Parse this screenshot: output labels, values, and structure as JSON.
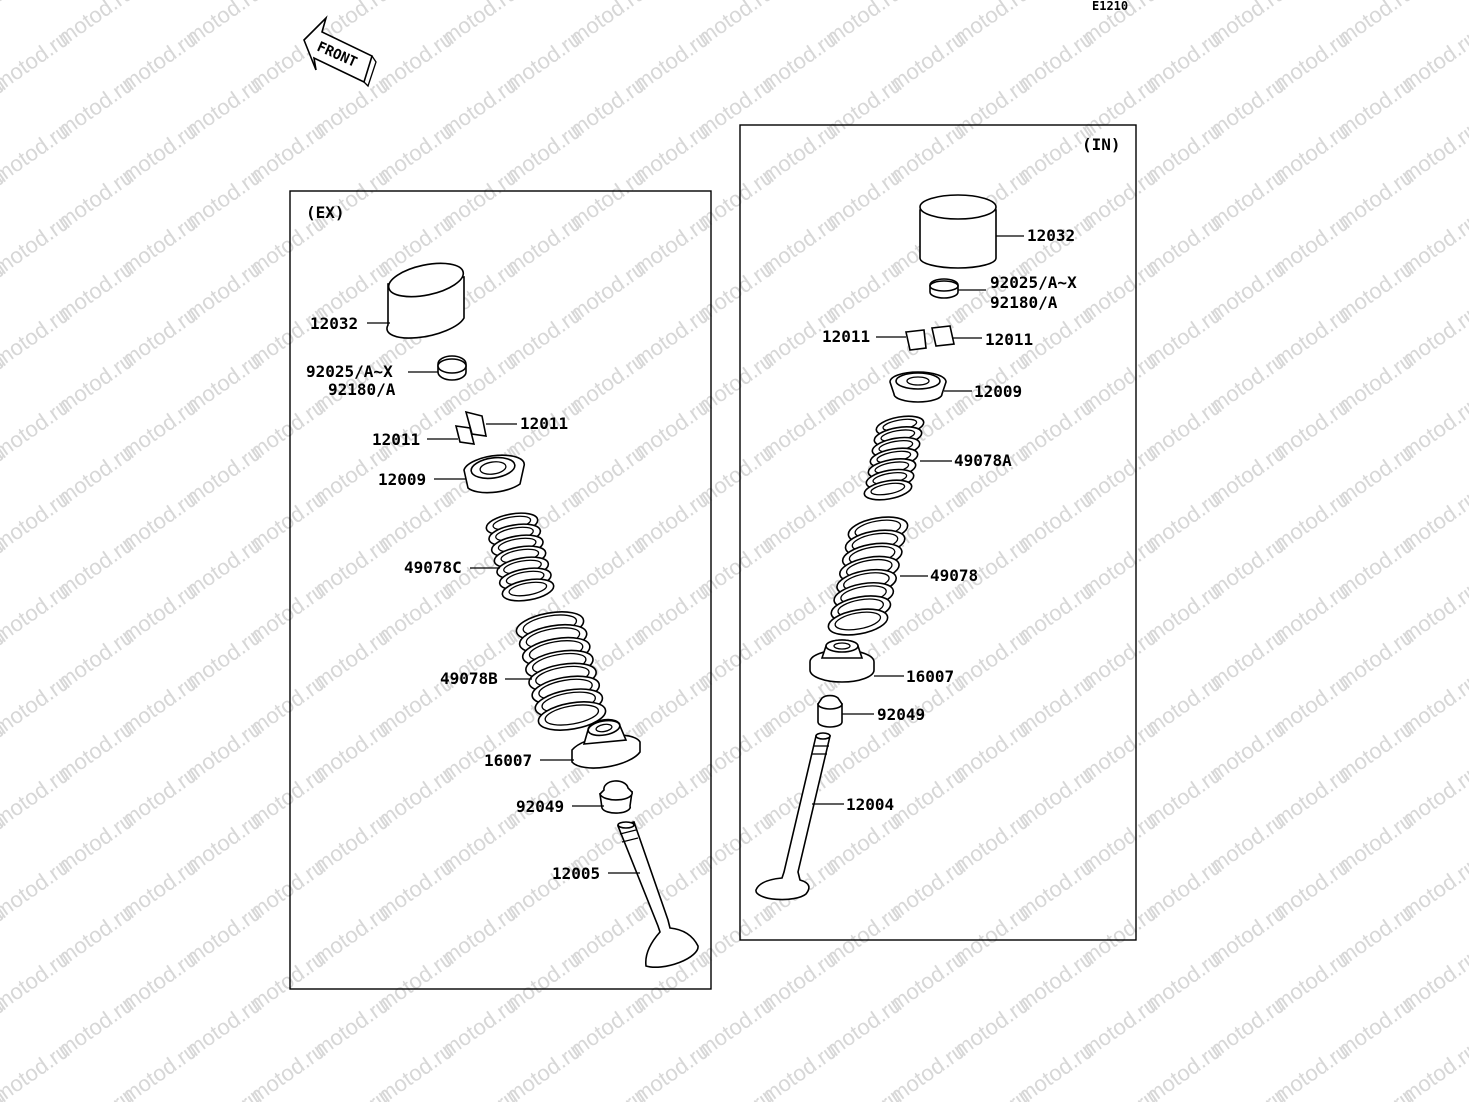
{
  "diagram_code": "E1210",
  "front_arrow_label": "FRONT",
  "watermark": "motod.ru",
  "exhaust_panel": {
    "title": "(EX)",
    "labels": {
      "tappet": "12032",
      "shim_1": "92025/A~X",
      "shim_2": "92180/A",
      "cotter_right": "12011",
      "cotter_left": "12011",
      "retainer": "12009",
      "inner_spring": "49078C",
      "outer_spring": "49078B",
      "spring_seat": "16007",
      "stem_seal": "92049",
      "valve": "12005"
    }
  },
  "intake_panel": {
    "title": "(IN)",
    "labels": {
      "tappet": "12032",
      "shim_1": "92025/A~X",
      "shim_2": "92180/A",
      "cotter_left": "12011",
      "cotter_right": "12011",
      "retainer": "12009",
      "inner_spring": "49078A",
      "outer_spring": "49078",
      "spring_seat": "16007",
      "stem_seal": "92049",
      "valve": "12004"
    }
  }
}
